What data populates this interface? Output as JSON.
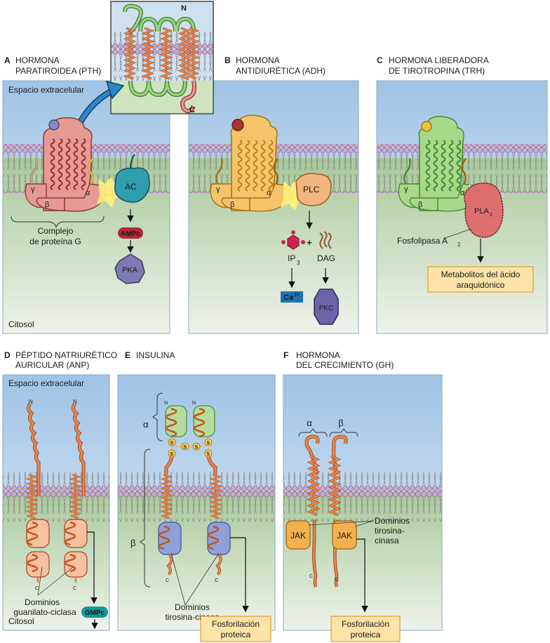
{
  "colors": {
    "sky_top": "#9fc3e6",
    "sky_bottom": "#e9f1f7",
    "cyto_top": "#a9c99a",
    "cyto_bottom": "#eaf1e6",
    "membrane_head": "#c9a8cc",
    "receptor_pth": "#e59a94",
    "receptor_adh": "#f5c46a",
    "receptor_trh": "#a8d88a",
    "ac_teal": "#2f9fb0",
    "ampc_red": "#b3263e",
    "pka_purple": "#7f7ab2",
    "ca_blue": "#1f74b8",
    "gmpc_teal": "#14989b",
    "box_yellow": "#fde3a7",
    "box_border": "#e39c2b",
    "helix_orange": "#e8894f",
    "jak_orange": "#f3b04f",
    "beta_blue": "#8f9fd9"
  },
  "panels": {
    "A": {
      "letter": "A",
      "title_1": "HORMONA",
      "title_2": "PARATIROIDEA (PTH)"
    },
    "B": {
      "letter": "B",
      "title_1": "HORMONA",
      "title_2": "ANTIDIURÉTICA (ADH)"
    },
    "C": {
      "letter": "C",
      "title_1": "HORMONA LIBERADORA",
      "title_2": "DE TIROTROPINA (TRH)"
    },
    "D": {
      "letter": "D",
      "title_1": "PÉPTIDO NATRIURÉTICO",
      "title_2": "AURICULAR (ANP)"
    },
    "E": {
      "letter": "E",
      "title_1": "INSULINA"
    },
    "F": {
      "letter": "F",
      "title_1": "HORMONA",
      "title_2": "DEL CRECIMIENTO (GH)"
    }
  },
  "regions": {
    "extracellular": "Espacio extracelular",
    "cytosol": "Citosol"
  },
  "inset": {
    "n_term": "N",
    "c_term": "C"
  },
  "g_protein": {
    "gamma": "γ",
    "beta": "β",
    "alpha": "α",
    "complex_1": "Complejo",
    "complex_2": "de proteína G"
  },
  "pth": {
    "effector": "AC",
    "messenger": "AMPc",
    "kinase": "PKA"
  },
  "adh": {
    "effector": "PLC",
    "ip3": "IP",
    "ip3_sub": "3",
    "plus": "+",
    "dag": "DAG",
    "calcium": "Ca",
    "calcium_sup": "2+",
    "kinase": "PKC"
  },
  "trh": {
    "effector": "PLA",
    "effector_sub": "2",
    "label": "Fosfolipasa A",
    "label_sub": "2",
    "product_1": "Metabolitos del ácido",
    "product_2": "araquidónico"
  },
  "anp": {
    "n1": "N",
    "n2": "N",
    "c1": "C",
    "c2": "C",
    "domain_1": "Dominios",
    "domain_2": "guanilato-ciclasa",
    "messenger": "GMPc"
  },
  "insulin": {
    "alpha": "α",
    "beta": "β",
    "n1": "N",
    "n2": "N",
    "c1": "C",
    "c2": "C",
    "s": "S",
    "domain_1": "Dominios",
    "domain_2": "tirosina-cinasa",
    "output_1": "Fosforilación",
    "output_2": "proteica"
  },
  "gh": {
    "alpha": "α",
    "beta": "β",
    "jak": "JAK",
    "c1": "C",
    "c2": "C",
    "domain_1": "Dominios",
    "domain_2": "tirosina-",
    "domain_3": "cinasa",
    "output_1": "Fosforilación",
    "output_2": "proteica"
  }
}
